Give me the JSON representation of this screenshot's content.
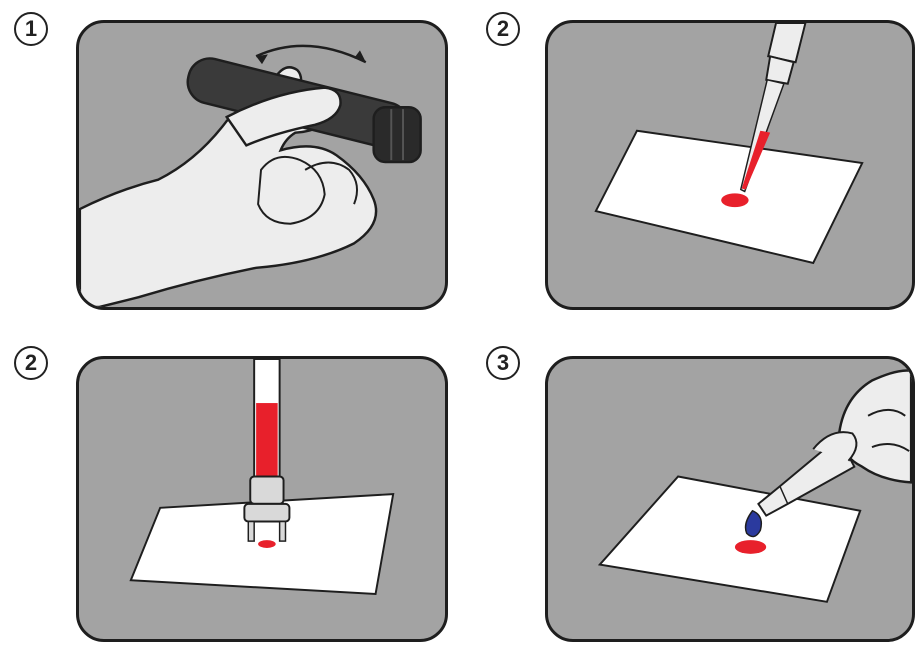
{
  "steps": [
    {
      "number": "1"
    },
    {
      "number": "2"
    },
    {
      "number": "2"
    },
    {
      "number": "3"
    }
  ],
  "colors": {
    "panel_background": "#a3a3a3",
    "outline": "#1e1e1e",
    "glove": "#ededed",
    "pen": "#3a3a3a",
    "paper": "#ffffff",
    "blood": "#e8202b",
    "blue_drop": "#2b3a9e"
  },
  "icons": [
    "rotation-arrow-icon",
    "pipette-icon",
    "capillary-tube-icon",
    "dropper-bottle-icon"
  ]
}
